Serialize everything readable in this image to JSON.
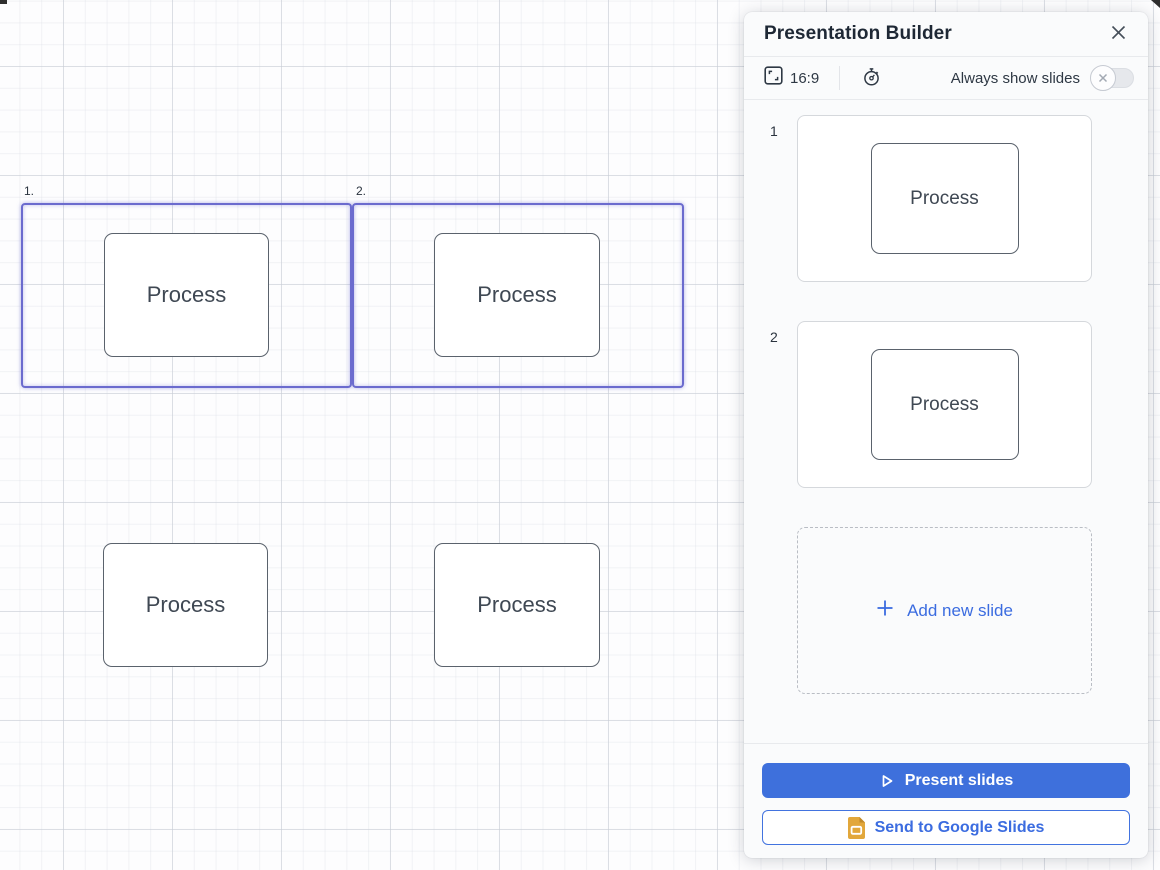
{
  "canvas": {
    "frames": [
      {
        "label": "1.",
        "shape": "Process"
      },
      {
        "label": "2.",
        "shape": "Process"
      }
    ],
    "loose_shapes": [
      {
        "label": "Process"
      },
      {
        "label": "Process"
      }
    ]
  },
  "panel": {
    "title": "Presentation Builder",
    "toolbar": {
      "aspect_ratio": "16:9",
      "always_show_slides": "Always show slides",
      "toggle_state": "off"
    },
    "slides": [
      {
        "number": "1",
        "shape": "Process"
      },
      {
        "number": "2",
        "shape": "Process"
      }
    ],
    "add_new_slide": "Add new slide",
    "present_button": "Present slides",
    "send_button": "Send to Google Slides"
  },
  "colors": {
    "accent_blue": "#3E70DC",
    "link_blue": "#3B6CE0",
    "frame_purple": "#6B6BCE",
    "slides_icon_yellow": "#E2A73B",
    "shape_border": "#5A626C"
  }
}
